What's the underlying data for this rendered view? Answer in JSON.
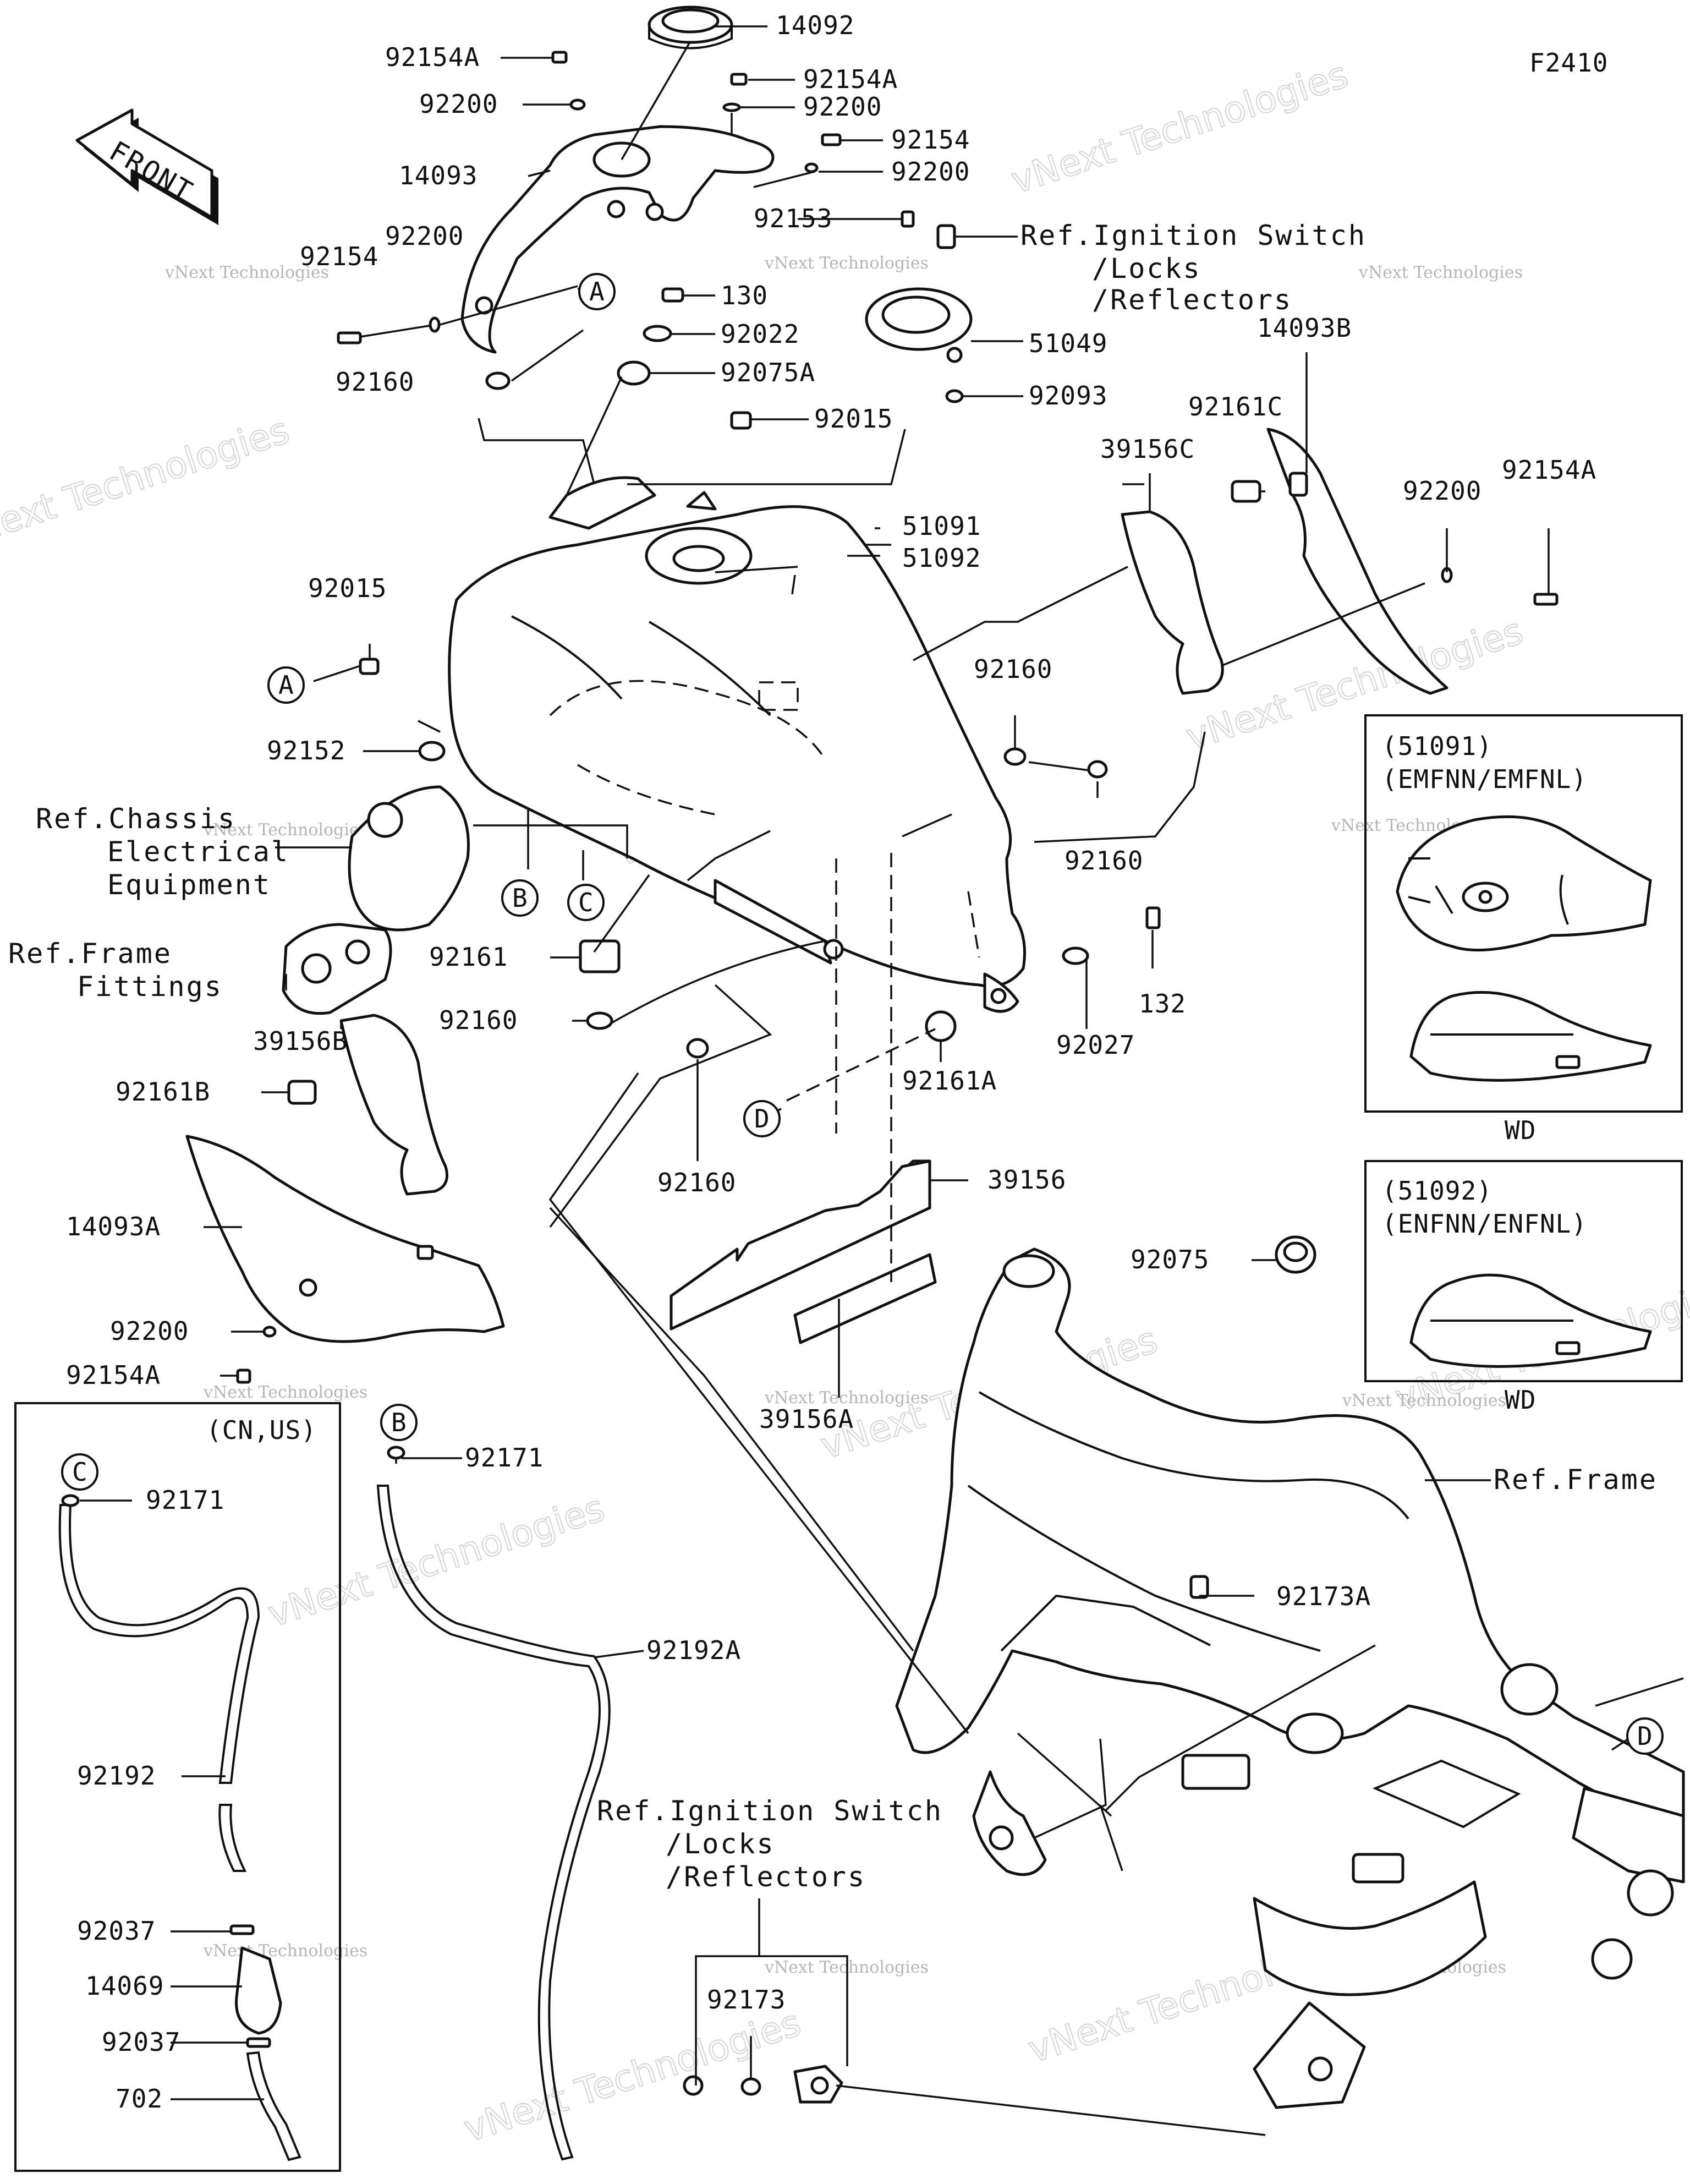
{
  "figure_code": "F2410",
  "front_arrow": {
    "label": "FRONT",
    "icon": "front-direction-arrow"
  },
  "watermark": {
    "text": "vNext Technologies",
    "big_text": "vNext Technologies"
  },
  "callouts": [
    {
      "key": "p14092",
      "text": "14092"
    },
    {
      "key": "p92154A_1",
      "text": "92154A"
    },
    {
      "key": "p92200_1",
      "text": "92200"
    },
    {
      "key": "p92154A_2",
      "text": "92154A"
    },
    {
      "key": "p92200_2",
      "text": "92200"
    },
    {
      "key": "p92154_1",
      "text": "92154"
    },
    {
      "key": "p14093",
      "text": "14093"
    },
    {
      "key": "p92200_3",
      "text": "92200"
    },
    {
      "key": "p92153",
      "text": "92153"
    },
    {
      "key": "p92200_4",
      "text": "92200"
    },
    {
      "key": "p92154_2",
      "text": "92154"
    },
    {
      "key": "p130",
      "text": "130"
    },
    {
      "key": "p92022",
      "text": "92022"
    },
    {
      "key": "p92160_1",
      "text": "92160"
    },
    {
      "key": "p51049",
      "text": "51049"
    },
    {
      "key": "p92075A",
      "text": "92075A"
    },
    {
      "key": "p92093",
      "text": "92093"
    },
    {
      "key": "p92015_1",
      "text": "92015"
    },
    {
      "key": "p14093B",
      "text": "14093B"
    },
    {
      "key": "p92161C",
      "text": "92161C"
    },
    {
      "key": "p39156C",
      "text": "39156C"
    },
    {
      "key": "p92154A_3",
      "text": "92154A"
    },
    {
      "key": "p92200_5",
      "text": "92200"
    },
    {
      "key": "p51091",
      "text": "51091"
    },
    {
      "key": "p51092",
      "text": "51092"
    },
    {
      "key": "p92015_2",
      "text": "92015"
    },
    {
      "key": "p92160_2",
      "text": "92160"
    },
    {
      "key": "p92152",
      "text": "92152"
    },
    {
      "key": "p92160_3",
      "text": "92160"
    },
    {
      "key": "p92161",
      "text": "92161"
    },
    {
      "key": "p92160_4",
      "text": "92160"
    },
    {
      "key": "p132",
      "text": "132"
    },
    {
      "key": "p92027",
      "text": "92027"
    },
    {
      "key": "p39156B",
      "text": "39156B"
    },
    {
      "key": "p92161B",
      "text": "92161B"
    },
    {
      "key": "p92161A",
      "text": "92161A"
    },
    {
      "key": "p92160_5",
      "text": "92160"
    },
    {
      "key": "p39156",
      "text": "39156"
    },
    {
      "key": "p14093A",
      "text": "14093A"
    },
    {
      "key": "p92200_6",
      "text": "92200"
    },
    {
      "key": "p92154A_4",
      "text": "92154A"
    },
    {
      "key": "p39156A",
      "text": "39156A"
    },
    {
      "key": "p92075",
      "text": "92075"
    },
    {
      "key": "p92171_1",
      "text": "92171"
    },
    {
      "key": "p92171_2",
      "text": "92171"
    },
    {
      "key": "p92192A",
      "text": "92192A"
    },
    {
      "key": "p92173A",
      "text": "92173A"
    },
    {
      "key": "p92192",
      "text": "92192"
    },
    {
      "key": "p92037_1",
      "text": "92037"
    },
    {
      "key": "p14069",
      "text": "14069"
    },
    {
      "key": "p92037_2",
      "text": "92037"
    },
    {
      "key": "p702",
      "text": "702"
    },
    {
      "key": "p92173",
      "text": "92173"
    }
  ],
  "references": {
    "ignition_top": [
      "Ref.Ignition Switch",
      "/Locks",
      "/Reflectors"
    ],
    "ignition_bottom": [
      "Ref.Ignition Switch",
      "/Locks",
      "/Reflectors"
    ],
    "chassis_electrical": [
      "Ref.Chassis",
      "Electrical",
      "Equipment"
    ],
    "frame_fittings": [
      "Ref.Frame",
      "Fittings"
    ],
    "frame": "Ref.Frame"
  },
  "connectors": {
    "A": "A",
    "B": "B",
    "C": "C",
    "D": "D"
  },
  "variant_boxes": [
    {
      "code": "(51091)",
      "models": "(EMFNN/EMFNL)",
      "footer": "WD"
    },
    {
      "code": "(51092)",
      "models": "(ENFNN/ENFNL)",
      "footer": "WD"
    }
  ],
  "market_box": {
    "label": "(CN,US)"
  }
}
